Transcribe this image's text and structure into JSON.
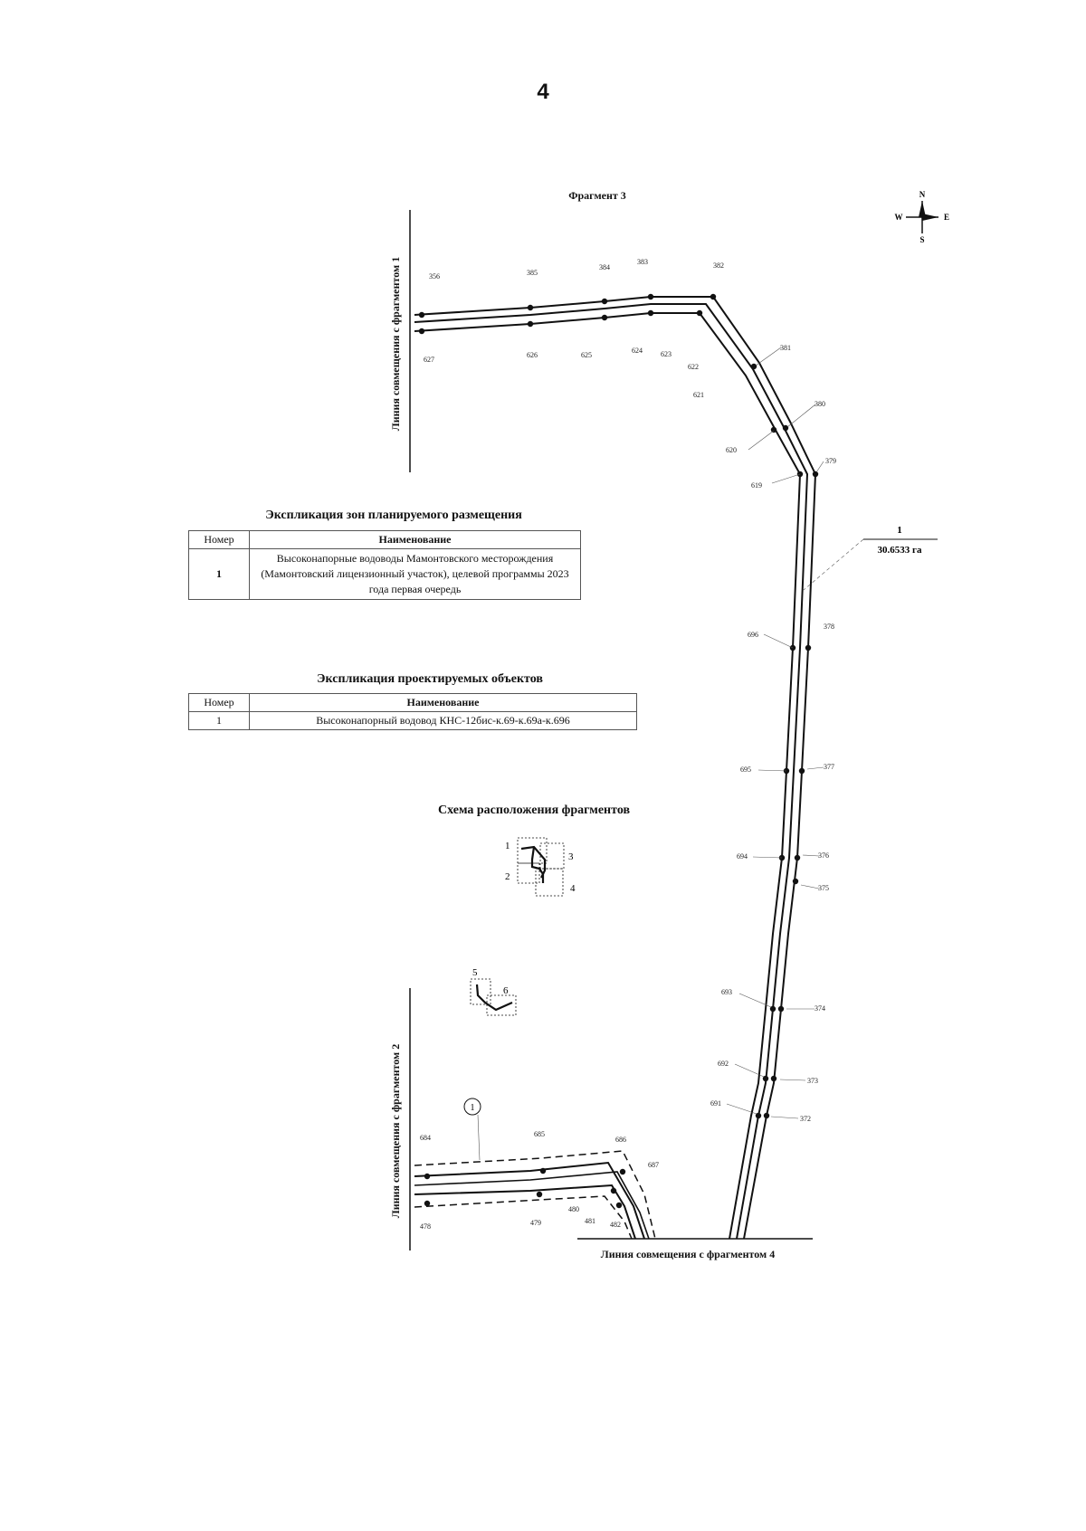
{
  "page_number": "4",
  "fragment_title": "Фрагмент 3",
  "compass": {
    "n": "N",
    "s": "S",
    "w": "W",
    "e": "E"
  },
  "join_lines": {
    "top_left": "Линия совмещения с фрагментом 1",
    "bottom_left": "Линия совмещения с фрагментом 2",
    "bottom": "Линия совмещения с фрагментом 4"
  },
  "zone_ref": {
    "number": "1",
    "area": "30.6533 га"
  },
  "zone_marker": "1",
  "zones_table": {
    "title": "Экспликация зон планируемого размещения",
    "headers": [
      "Номер",
      "Наименование"
    ],
    "rows": [
      {
        "number": "1",
        "name": "Высоконапорные водоводы Мамонтовского месторождения (Мамонтовский лицензионный участок), целевой программы 2023 года первая очередь"
      }
    ]
  },
  "objects_table": {
    "title": "Экспликация проектируемых объектов",
    "headers": [
      "Номер",
      "Наименование"
    ],
    "rows": [
      {
        "number": "1",
        "name": "Высоконапорный водовод КНС-12бис-к.69-к.69а-к.696"
      }
    ]
  },
  "scheme": {
    "title": "Схема расположения фрагментов",
    "labels": [
      "1",
      "2",
      "3",
      "4",
      "5",
      "6"
    ]
  },
  "point_labels": {
    "p356": "356",
    "p385": "385",
    "p384": "384",
    "p383": "383",
    "p382": "382",
    "p381": "381",
    "p380": "380",
    "p379": "379",
    "p378": "378",
    "p377": "377",
    "p376": "376",
    "p375": "375",
    "p374": "374",
    "p373": "373",
    "p372": "372",
    "p627": "627",
    "p626": "626",
    "p625": "625",
    "p624": "624",
    "p623": "623",
    "p622": "622",
    "p621": "621",
    "p620": "620",
    "p619": "619",
    "p696": "696",
    "p695": "695",
    "p694": "694",
    "p693": "693",
    "p692": "692",
    "p691": "691",
    "p684": "684",
    "p685": "685",
    "p686": "686",
    "p687": "687",
    "p478": "478",
    "p479": "479",
    "p480": "480",
    "p481": "481",
    "p482": "482"
  }
}
